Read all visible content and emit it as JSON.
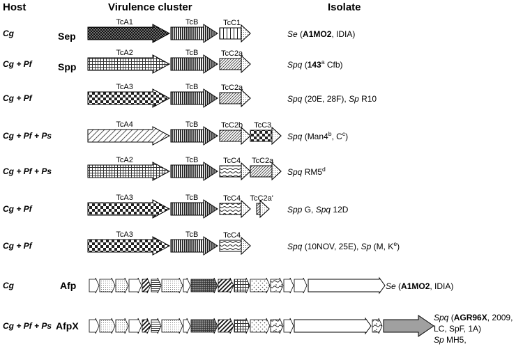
{
  "headers": {
    "host": "Host",
    "cluster": "Virulence cluster",
    "isolate": "Isolate"
  },
  "rows": [
    {
      "host": "Cg",
      "cluster": "Sep",
      "genes": [
        {
          "name": "TcA1",
          "pattern": "dots-dense"
        },
        {
          "name": "TcB",
          "pattern": "vlines"
        },
        {
          "name": "TcC1",
          "pattern": "vlines-open"
        }
      ],
      "isolate": [
        {
          "t": "Se",
          "i": true
        },
        {
          "t": " ("
        },
        {
          "t": "A1MO2",
          "b": true
        },
        {
          "t": ", IDIA)"
        }
      ]
    },
    {
      "host": "Cg + Pf",
      "cluster": "Spp",
      "genes": [
        {
          "name": "TcA2",
          "pattern": "grid"
        },
        {
          "name": "TcB",
          "pattern": "vlines"
        },
        {
          "name": "TcC2a",
          "pattern": "diag-fine"
        }
      ],
      "isolate": [
        {
          "t": "Spq",
          "i": true
        },
        {
          "t": " ("
        },
        {
          "t": "143",
          "b": true
        },
        {
          "t": "a",
          "sup": true
        },
        {
          "t": " Cfb)"
        }
      ]
    },
    {
      "host": "Cg + Pf",
      "cluster": "",
      "genes": [
        {
          "name": "TcA3",
          "pattern": "checker"
        },
        {
          "name": "TcB",
          "pattern": "vlines"
        },
        {
          "name": "TcC2a",
          "pattern": "diag-fine"
        }
      ],
      "isolate": [
        {
          "t": "Spq",
          "i": true
        },
        {
          "t": " (20E, 28F), "
        },
        {
          "t": "Sp",
          "i": true
        },
        {
          "t": " R10"
        }
      ]
    },
    {
      "host": "Cg + Pf + Ps",
      "cluster": "",
      "genes": [
        {
          "name": "TcA4",
          "pattern": "diag-wide"
        },
        {
          "name": "TcB",
          "pattern": "vlines"
        },
        {
          "name": "TcC2b",
          "pattern": "diag-fine"
        },
        {
          "name": "TcC3",
          "pattern": "checker"
        }
      ],
      "isolate": [
        {
          "t": "Spq",
          "i": true
        },
        {
          "t": " (Man4"
        },
        {
          "t": "b",
          "sup": true
        },
        {
          "t": ", C"
        },
        {
          "t": "c",
          "sup": true
        },
        {
          "t": ")"
        }
      ]
    },
    {
      "host": "Cg + Pf + Ps",
      "cluster": "",
      "genes": [
        {
          "name": "TcA2",
          "pattern": "grid"
        },
        {
          "name": "TcB",
          "pattern": "vlines"
        },
        {
          "name": "TcC4",
          "pattern": "waves"
        },
        {
          "name": "TcC2a",
          "pattern": "diag-fine"
        }
      ],
      "isolate": [
        {
          "t": "Spq",
          "i": true
        },
        {
          "t": " RM5"
        },
        {
          "t": "d",
          "sup": true
        }
      ]
    },
    {
      "host": "Cg + Pf",
      "cluster": "",
      "genes": [
        {
          "name": "TcA3",
          "pattern": "checker"
        },
        {
          "name": "TcB",
          "pattern": "vlines"
        },
        {
          "name": "TcC4",
          "pattern": "waves"
        },
        {
          "name": "TcC2a'",
          "pattern": "diag-fine"
        }
      ],
      "isolate": [
        {
          "t": "Spp",
          "i": true
        },
        {
          "t": " G, "
        },
        {
          "t": "Spq",
          "i": true
        },
        {
          "t": " 12D"
        }
      ]
    },
    {
      "host": "Cg + Pf",
      "cluster": "",
      "genes": [
        {
          "name": "TcA3",
          "pattern": "checker"
        },
        {
          "name": "TcB",
          "pattern": "vlines"
        },
        {
          "name": "TcC4",
          "pattern": "waves"
        }
      ],
      "isolate": [
        {
          "t": "Spq",
          "i": true
        },
        {
          "t": " (10NOV, 25E), "
        },
        {
          "t": "Sp",
          "i": true
        },
        {
          "t": " (M, K"
        },
        {
          "t": "e",
          "sup": true
        },
        {
          "t": ")"
        }
      ]
    }
  ],
  "operons": [
    {
      "host": "Cg",
      "cluster": "Afp",
      "isolate_lines": [
        [
          {
            "t": "Se",
            "i": true
          },
          {
            "t": " ("
          },
          {
            "t": "A1MO2",
            "b": true
          },
          {
            "t": ", IDIA)"
          }
        ]
      ]
    },
    {
      "host": "Cg + Pf + Ps",
      "cluster": "AfpX",
      "isolate_lines": [
        [
          {
            "t": "Spq",
            "i": true
          },
          {
            "t": " ("
          },
          {
            "t": "AGR96X",
            "b": true
          },
          {
            "t": ", 2009,"
          }
        ],
        [
          {
            "t": "LC, SpF, 1A)"
          }
        ],
        [
          {
            "t": "Sp",
            "i": true
          },
          {
            "t": " MH5,"
          }
        ]
      ]
    }
  ]
}
